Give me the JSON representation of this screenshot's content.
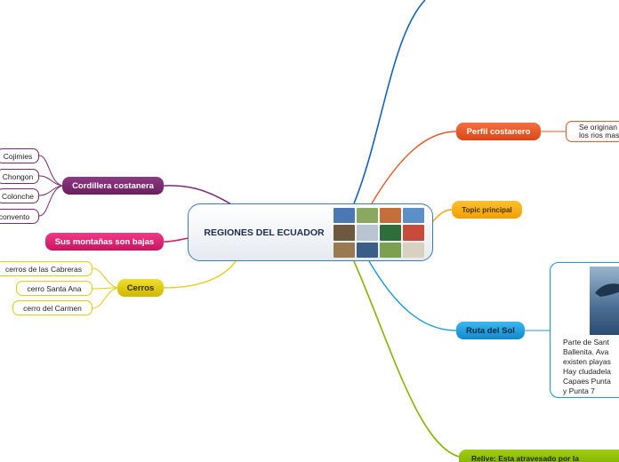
{
  "central": {
    "title": "REGIONES DEL ECUADOR",
    "image": "ecuador-regions-photo-collage"
  },
  "colors": {
    "central_border": "#3d7ab8",
    "purple": "#7a2a6e",
    "magenta": "#d81b6a",
    "yellow": "#d8c000",
    "orange": "#e8562a",
    "amber": "#f0a800",
    "cyan": "#1a9ad8",
    "green": "#86b500",
    "blue": "#1660c0"
  },
  "left": {
    "cordillera": {
      "label": "Cordillera costanera",
      "children": [
        "Cojimies",
        "Chongon",
        "Colonche",
        "convento"
      ]
    },
    "montanas": {
      "label": "Sus montañas son bajas"
    },
    "cerros": {
      "label": "Cerros",
      "children": [
        "cerros de las Cabreras",
        "cerro Santa Ana",
        "cerro del Carmen"
      ]
    }
  },
  "right": {
    "perfil": {
      "label": "Perfil costanero",
      "child_lines": [
        "Se originan",
        "los rios mas"
      ]
    },
    "topic": {
      "label": "Topic principal"
    },
    "ruta": {
      "label": "Ruta del Sol",
      "image": "whale-photo",
      "text_lines": [
        "Parte de Sant",
        "Ballenita. Ava",
        "existen playas",
        "Hay cludadela",
        "Capaes Punta",
        "y Punta 7"
      ]
    },
    "relive": {
      "label": "Relive: Esta atravesado por la"
    }
  }
}
